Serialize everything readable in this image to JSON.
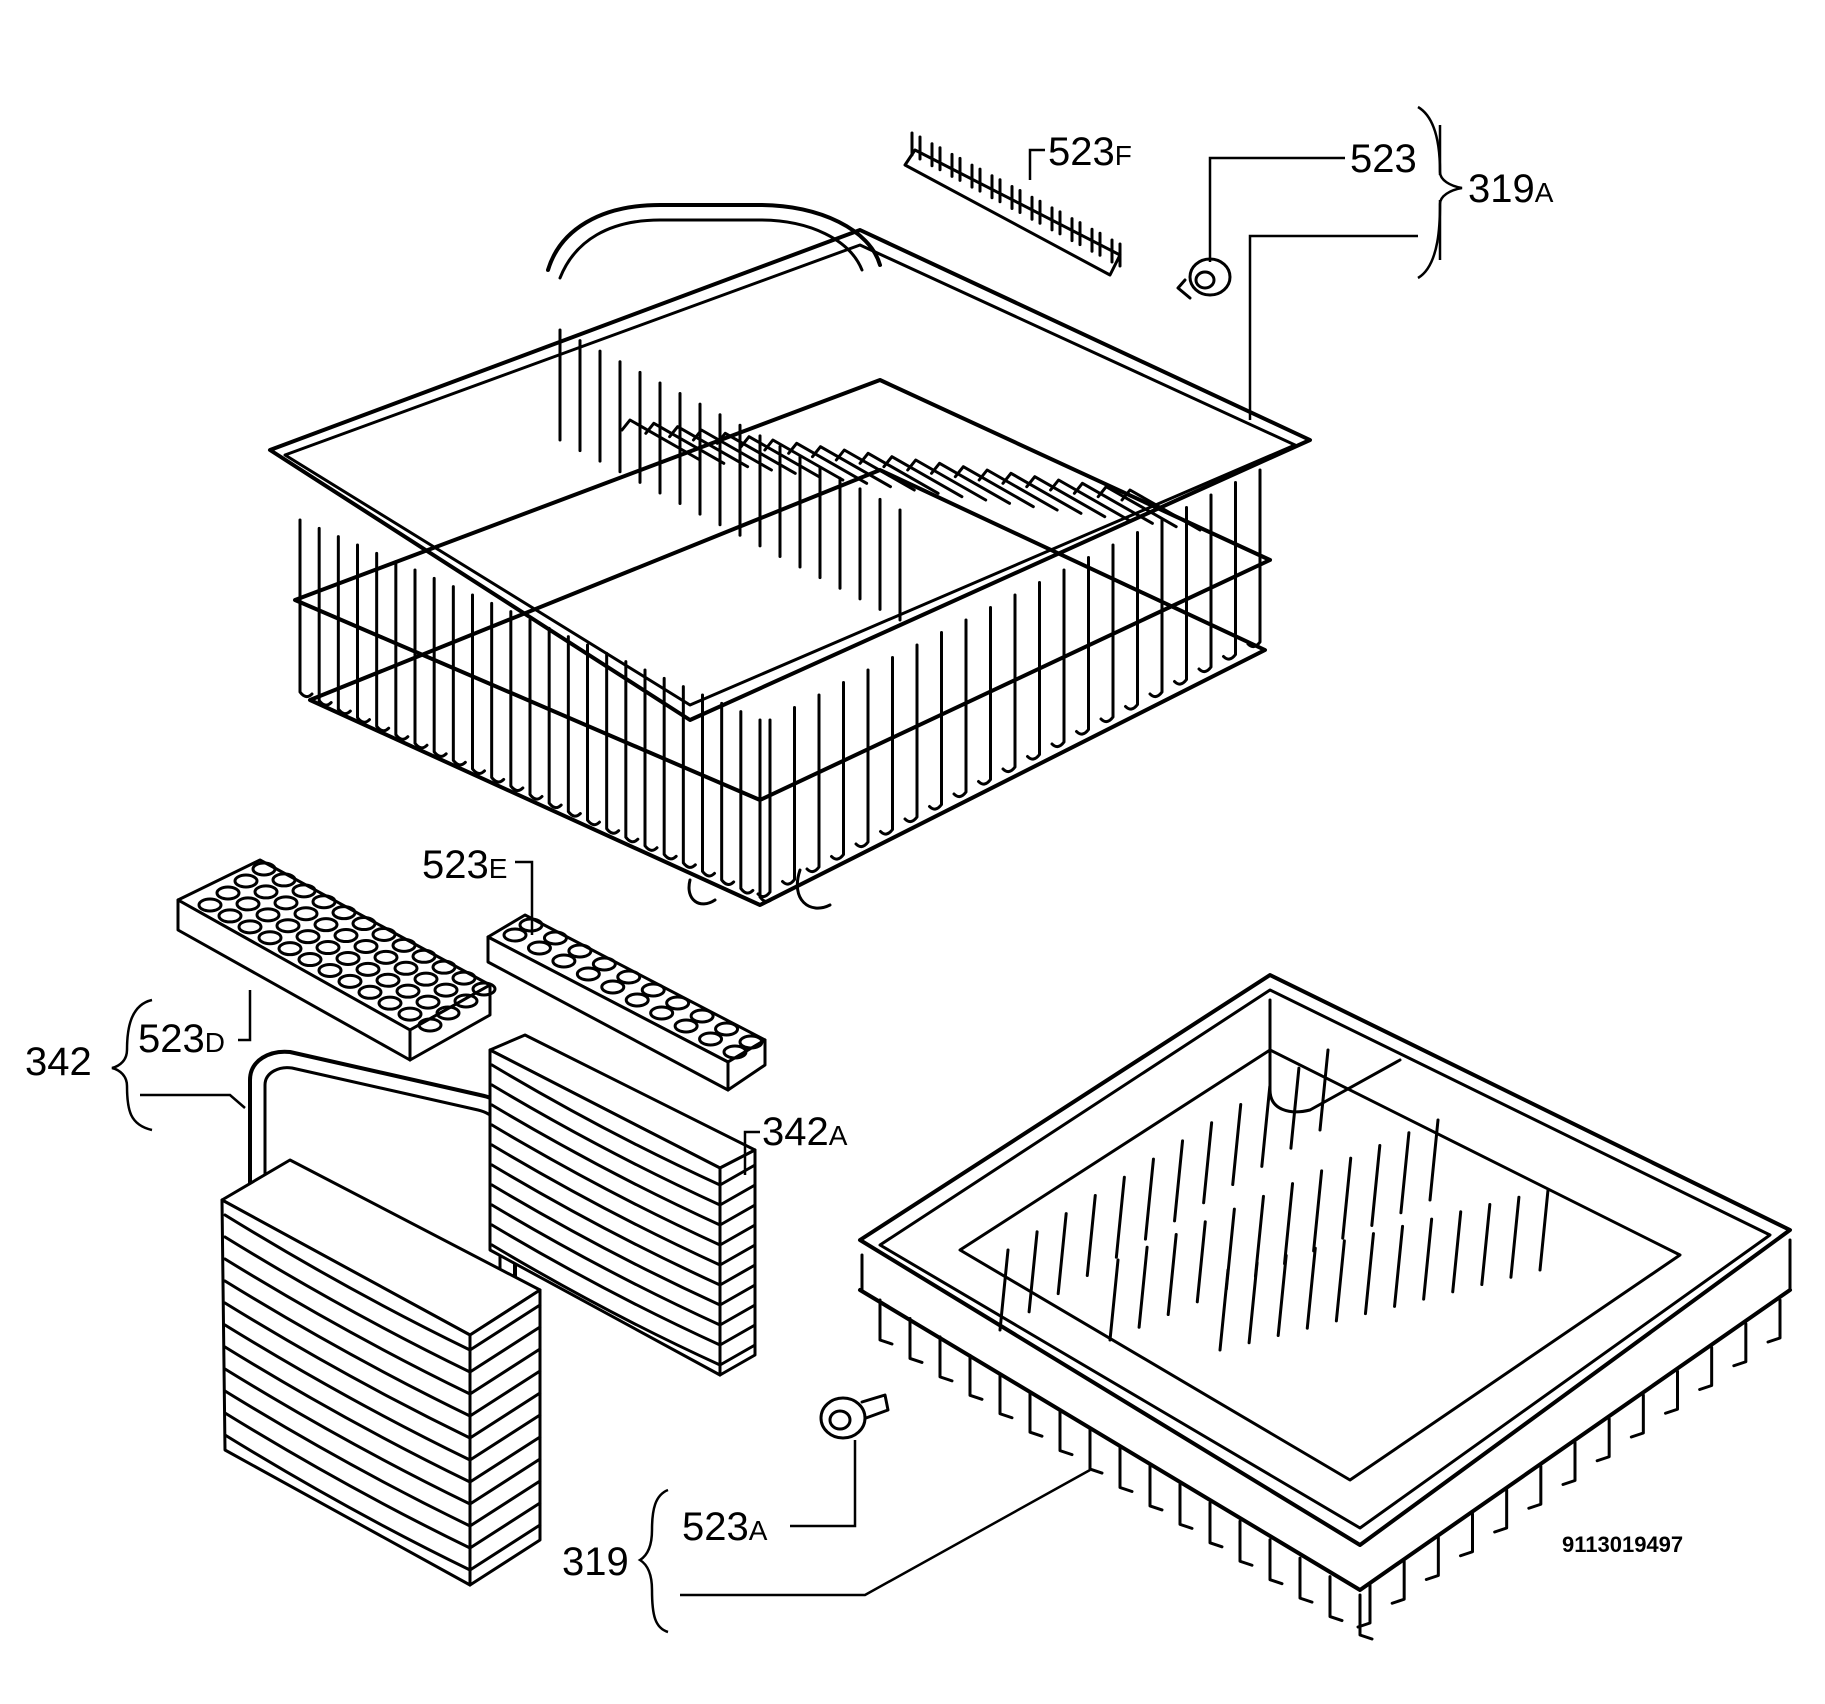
{
  "labels": {
    "l523F": {
      "num": "523",
      "suf": "F"
    },
    "l523": {
      "num": "523",
      "suf": ""
    },
    "l319A": {
      "num": "319",
      "suf": "A"
    },
    "l523E": {
      "num": "523",
      "suf": "E"
    },
    "l523D": {
      "num": "523",
      "suf": "D"
    },
    "l342": {
      "num": "342",
      "suf": ""
    },
    "l342A": {
      "num": "342",
      "suf": "A"
    },
    "l523A": {
      "num": "523",
      "suf": "A"
    },
    "l319": {
      "num": "319",
      "suf": ""
    }
  },
  "drawing_code": "9113019497"
}
